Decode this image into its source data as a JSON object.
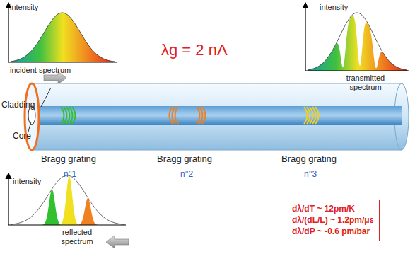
{
  "diagram": {
    "nodes": [
      {
        "text": [
          "dλ/dT ~ 12pm/K",
          "dλ/(dL/L) ~ 1.2pm/με",
          "dλ/dP ~ -0.6 pm/bar"
        ]
      }
    ],
    "labels": [
      "intensity",
      "incident spectrum",
      "intensity",
      "transmitted spectrum",
      "λg = 2 nΛ",
      "Cladding",
      "Core",
      "Bragg grating",
      "Bragg grating",
      "Bragg grating",
      "n°1",
      "n°2",
      "n°3",
      "intensity",
      "reflected spectrum"
    ]
  }
}
